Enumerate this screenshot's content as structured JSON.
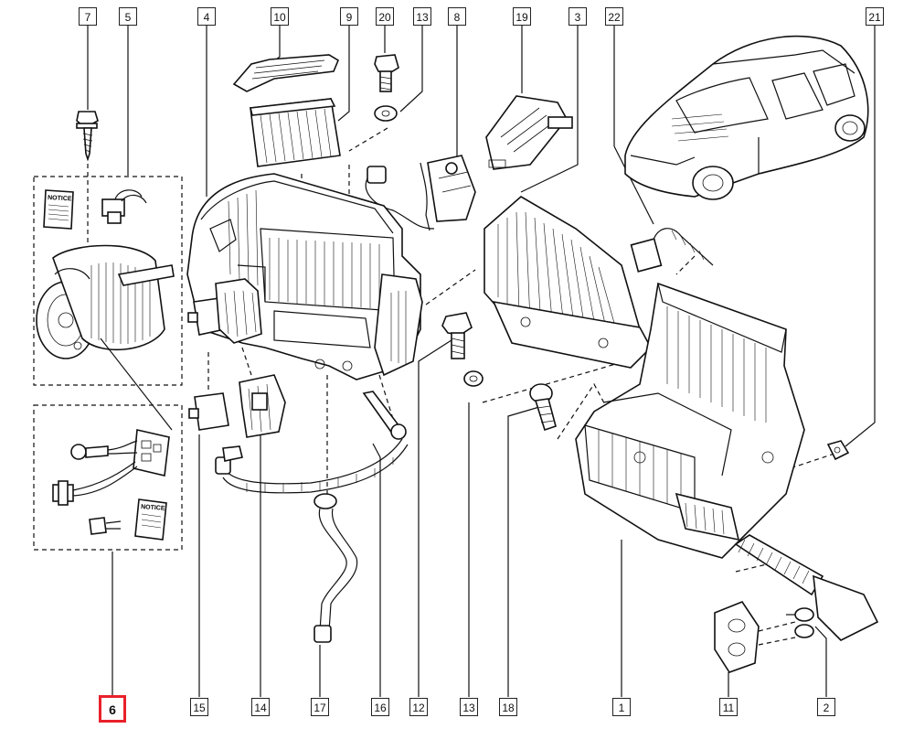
{
  "diagram": {
    "callouts": [
      {
        "id": "c7",
        "label": "7"
      },
      {
        "id": "c5",
        "label": "5"
      },
      {
        "id": "c4",
        "label": "4"
      },
      {
        "id": "c10",
        "label": "10"
      },
      {
        "id": "c9",
        "label": "9"
      },
      {
        "id": "c20",
        "label": "20"
      },
      {
        "id": "c13a",
        "label": "13"
      },
      {
        "id": "c8",
        "label": "8"
      },
      {
        "id": "c19",
        "label": "19"
      },
      {
        "id": "c3",
        "label": "3"
      },
      {
        "id": "c22",
        "label": "22"
      },
      {
        "id": "c21",
        "label": "21"
      },
      {
        "id": "c6",
        "label": "6"
      },
      {
        "id": "c15",
        "label": "15"
      },
      {
        "id": "c14",
        "label": "14"
      },
      {
        "id": "c17",
        "label": "17"
      },
      {
        "id": "c16",
        "label": "16"
      },
      {
        "id": "c12",
        "label": "12"
      },
      {
        "id": "c13b",
        "label": "13"
      },
      {
        "id": "c18",
        "label": "18"
      },
      {
        "id": "c1",
        "label": "1"
      },
      {
        "id": "c11",
        "label": "11"
      },
      {
        "id": "c2",
        "label": "2"
      }
    ],
    "highlighted_callout": "6",
    "notice_labels": [
      "NOTICE",
      "NOTICE"
    ]
  },
  "colors": {
    "highlight": "#e8212b",
    "line": "#111111",
    "background": "#ffffff"
  }
}
